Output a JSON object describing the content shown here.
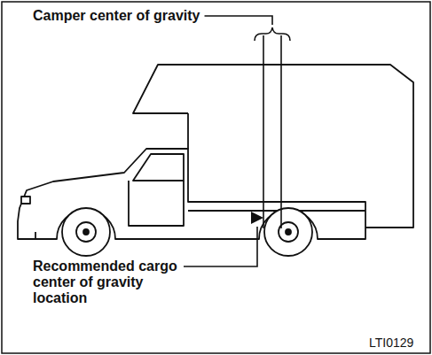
{
  "diagram": {
    "labels": [
      "Camper center of gravity",
      "Recommended cargo center of gravity location",
      "LTI0129"
    ]
  }
}
